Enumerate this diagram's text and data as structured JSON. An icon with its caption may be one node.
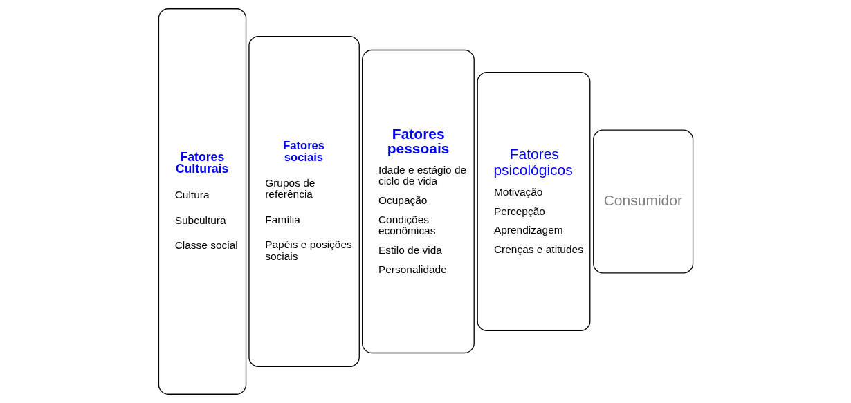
{
  "diagram": {
    "nodes": [
      {
        "text": [
          "Fatores Culturais",
          "Cultura",
          "Subcultura",
          "Classe social"
        ]
      },
      {
        "text": [
          "Fatores sociais",
          "Grupos de referência",
          "Família",
          "Papéis e posições sociais"
        ]
      },
      {
        "text": [
          "Fatores pessoais",
          "Idade e estágio de ciclo de vida",
          "Ocupação",
          "Condições econômicas",
          "Estilo de vida",
          "Personalidade"
        ]
      },
      {
        "text": [
          "Fatores psicológicos",
          "Motivação",
          "Percepção",
          "Aprendizagem",
          "Crenças e atitudes"
        ]
      },
      {
        "text": [
          "Consumidor"
        ]
      }
    ],
    "edges": []
  }
}
